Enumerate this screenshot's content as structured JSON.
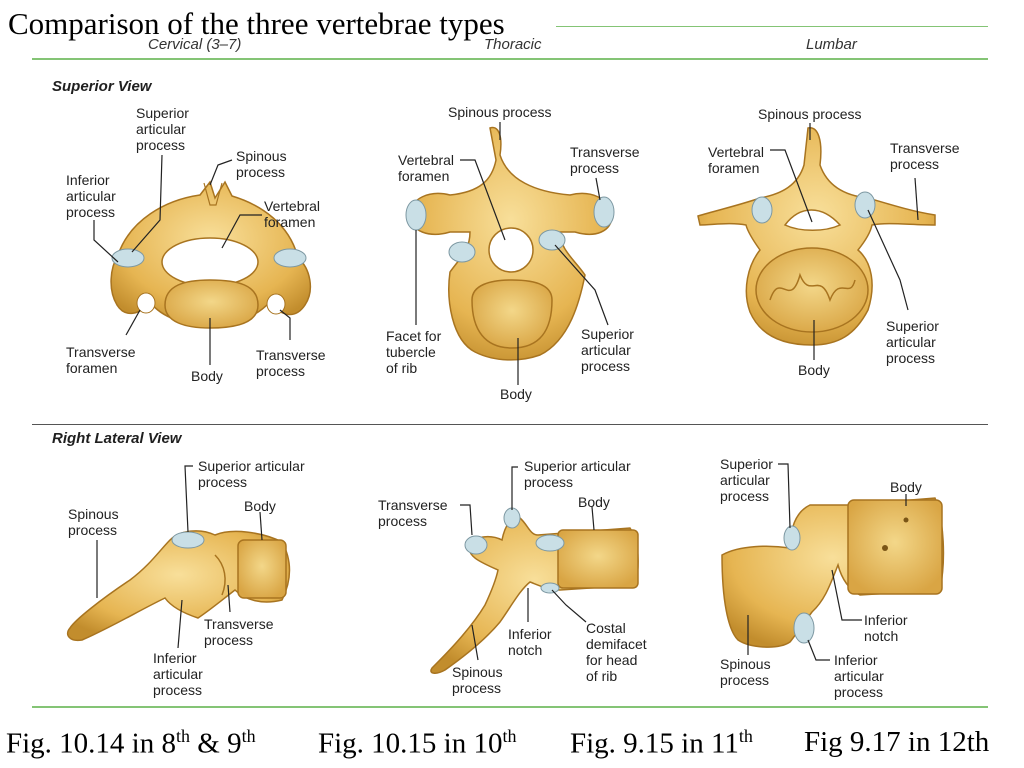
{
  "title": "Comparison of the three vertebrae types",
  "columns": [
    "Cervical (3–7)",
    "Thoracic",
    "Lumbar"
  ],
  "views": {
    "superior": "Superior View",
    "lateral": "Right Lateral View"
  },
  "labels": {
    "cervical_superior": {
      "superior_articular": "Superior\narticular\nprocess",
      "inferior_articular": "Inferior\narticular\nprocess",
      "spinous": "Spinous\nprocess",
      "vertebral_foramen": "Vertebral\nforamen",
      "transverse_foramen": "Transverse\nforamen",
      "body": "Body",
      "transverse": "Transverse\nprocess"
    },
    "thoracic_superior": {
      "spinous": "Spinous process",
      "vertebral_foramen": "Vertebral\nforamen",
      "transverse": "Transverse\nprocess",
      "facet": "Facet for\ntubercle\nof rib",
      "superior_articular": "Superior\narticular\nprocess",
      "body": "Body"
    },
    "lumbar_superior": {
      "spinous": "Spinous process",
      "vertebral_foramen": "Vertebral\nforamen",
      "transverse": "Transverse\nprocess",
      "superior_articular": "Superior\narticular\nprocess",
      "body": "Body"
    },
    "cervical_lateral": {
      "superior_articular": "Superior articular\nprocess",
      "body": "Body",
      "spinous": "Spinous\nprocess",
      "transverse": "Transverse\nprocess",
      "inferior_articular": "Inferior\narticular\nprocess"
    },
    "thoracic_lateral": {
      "superior_articular": "Superior articular\nprocess",
      "transverse": "Transverse\nprocess",
      "body": "Body",
      "inferior_notch": "Inferior\nnotch",
      "costal": "Costal\ndemifacet\nfor head\nof rib",
      "spinous": "Spinous\nprocess"
    },
    "lumbar_lateral": {
      "superior_articular": "Superior\narticular\nprocess",
      "body": "Body",
      "inferior_notch": "Inferior\nnotch",
      "spinous": "Spinous\nprocess",
      "inferior_articular": "Inferior\narticular\nprocess"
    }
  },
  "captions": [
    {
      "pre": "Fig. 10.14 in 8",
      "sup1": "th",
      "mid": " & 9",
      "sup2": "th"
    },
    {
      "pre": "Fig. 10.15 in 10",
      "sup1": "th"
    },
    {
      "pre": "Fig. 9.15 in 11",
      "sup1": "th"
    },
    {
      "pre": "Fig 9.17 in 12th"
    }
  ],
  "colors": {
    "bone": "#e9bd5c",
    "bone_dark": "#b07d22",
    "bone_light": "#f6dc95",
    "facet": "#c9dfe6",
    "rule": "#84c475",
    "leader": "#222222"
  }
}
